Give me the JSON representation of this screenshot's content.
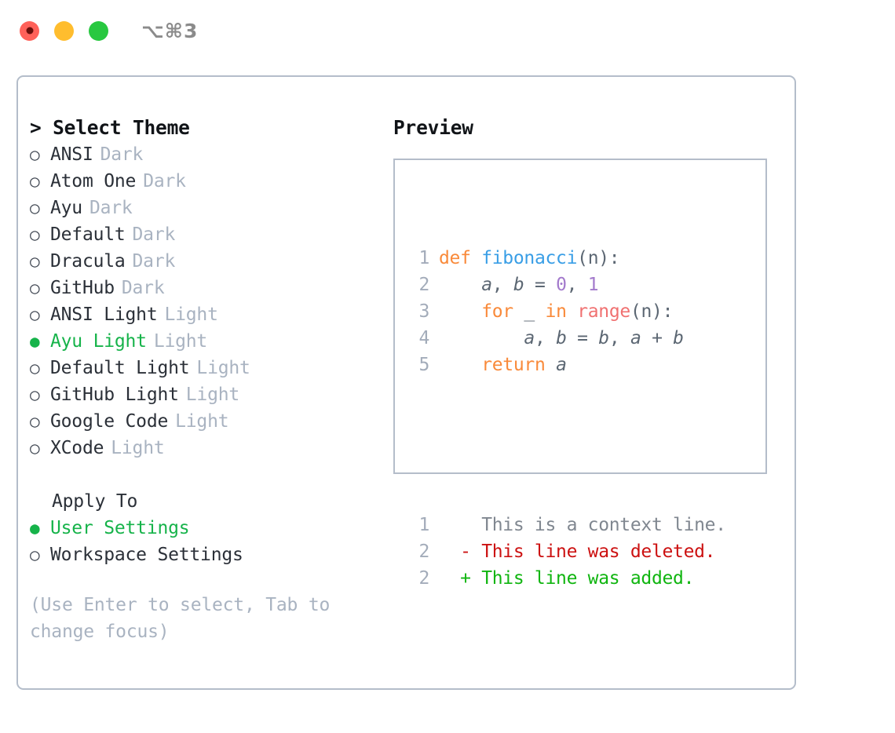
{
  "window": {
    "traffic_lights": [
      "close-red",
      "minimize-yellow",
      "maximize-green"
    ],
    "shortcut": "⌥⌘3"
  },
  "theme_picker": {
    "heading": "> Select Theme",
    "bullet_empty": "○",
    "bullet_filled": "●",
    "options": [
      {
        "label": "ANSI",
        "category": "Dark",
        "selected": false
      },
      {
        "label": "Atom One",
        "category": "Dark",
        "selected": false
      },
      {
        "label": "Ayu",
        "category": "Dark",
        "selected": false
      },
      {
        "label": "Default",
        "category": "Dark",
        "selected": false
      },
      {
        "label": "Dracula",
        "category": "Dark",
        "selected": false
      },
      {
        "label": "GitHub",
        "category": "Dark",
        "selected": false
      },
      {
        "label": "ANSI Light",
        "category": "Light",
        "selected": false
      },
      {
        "label": "Ayu Light",
        "category": "Light",
        "selected": true
      },
      {
        "label": "Default Light",
        "category": "Light",
        "selected": false
      },
      {
        "label": "GitHub Light",
        "category": "Light",
        "selected": false
      },
      {
        "label": "Google Code",
        "category": "Light",
        "selected": false
      },
      {
        "label": "XCode",
        "category": "Light",
        "selected": false
      }
    ]
  },
  "apply_to": {
    "label": "Apply To",
    "options": [
      {
        "label": "User Settings",
        "selected": true
      },
      {
        "label": "Workspace Settings",
        "selected": false
      }
    ]
  },
  "hint": "(Use Enter to select, Tab to change focus)",
  "preview": {
    "title": "Preview",
    "code_lines": [
      {
        "number": "1",
        "tokens": [
          {
            "text": "def ",
            "type": "kw"
          },
          {
            "text": "fibonacci",
            "type": "fn"
          },
          {
            "text": "(n):",
            "type": "punc"
          }
        ]
      },
      {
        "number": "2",
        "tokens": [
          {
            "text": "    ",
            "type": "punc"
          },
          {
            "text": "a",
            "type": "var"
          },
          {
            "text": ", ",
            "type": "punc"
          },
          {
            "text": "b",
            "type": "var"
          },
          {
            "text": " = ",
            "type": "punc"
          },
          {
            "text": "0",
            "type": "num"
          },
          {
            "text": ", ",
            "type": "punc"
          },
          {
            "text": "1",
            "type": "num"
          }
        ]
      },
      {
        "number": "3",
        "tokens": [
          {
            "text": "    ",
            "type": "punc"
          },
          {
            "text": "for",
            "type": "kw"
          },
          {
            "text": " _ ",
            "type": "punc"
          },
          {
            "text": "in",
            "type": "kw"
          },
          {
            "text": " ",
            "type": "punc"
          },
          {
            "text": "range",
            "type": "call"
          },
          {
            "text": "(n):",
            "type": "punc"
          }
        ]
      },
      {
        "number": "4",
        "tokens": [
          {
            "text": "        ",
            "type": "punc"
          },
          {
            "text": "a",
            "type": "var"
          },
          {
            "text": ", ",
            "type": "punc"
          },
          {
            "text": "b",
            "type": "var"
          },
          {
            "text": " = ",
            "type": "punc"
          },
          {
            "text": "b",
            "type": "var"
          },
          {
            "text": ", ",
            "type": "punc"
          },
          {
            "text": "a",
            "type": "var"
          },
          {
            "text": " + ",
            "type": "punc"
          },
          {
            "text": "b",
            "type": "var"
          }
        ]
      },
      {
        "number": "5",
        "tokens": [
          {
            "text": "    ",
            "type": "punc"
          },
          {
            "text": "return",
            "type": "kw"
          },
          {
            "text": " ",
            "type": "punc"
          },
          {
            "text": "a",
            "type": "var"
          }
        ]
      }
    ],
    "diff_lines": [
      {
        "number": "1",
        "marker": " ",
        "text": "This is a context line.",
        "type": "context"
      },
      {
        "number": "2",
        "marker": "-",
        "text": "This line was deleted.",
        "type": "deleted"
      },
      {
        "number": "2",
        "marker": "+",
        "text": "This line was added.",
        "type": "added"
      }
    ]
  },
  "colors": {
    "accent_green": "#16b34a",
    "keyword_orange": "#f98a3a",
    "function_blue": "#399ee6",
    "number_purple": "#a37acc",
    "call_red": "#f07171",
    "muted": "#a9b3c1",
    "border": "#b4bdca",
    "diff_deleted": "#cc1111",
    "diff_added": "#10b510"
  }
}
